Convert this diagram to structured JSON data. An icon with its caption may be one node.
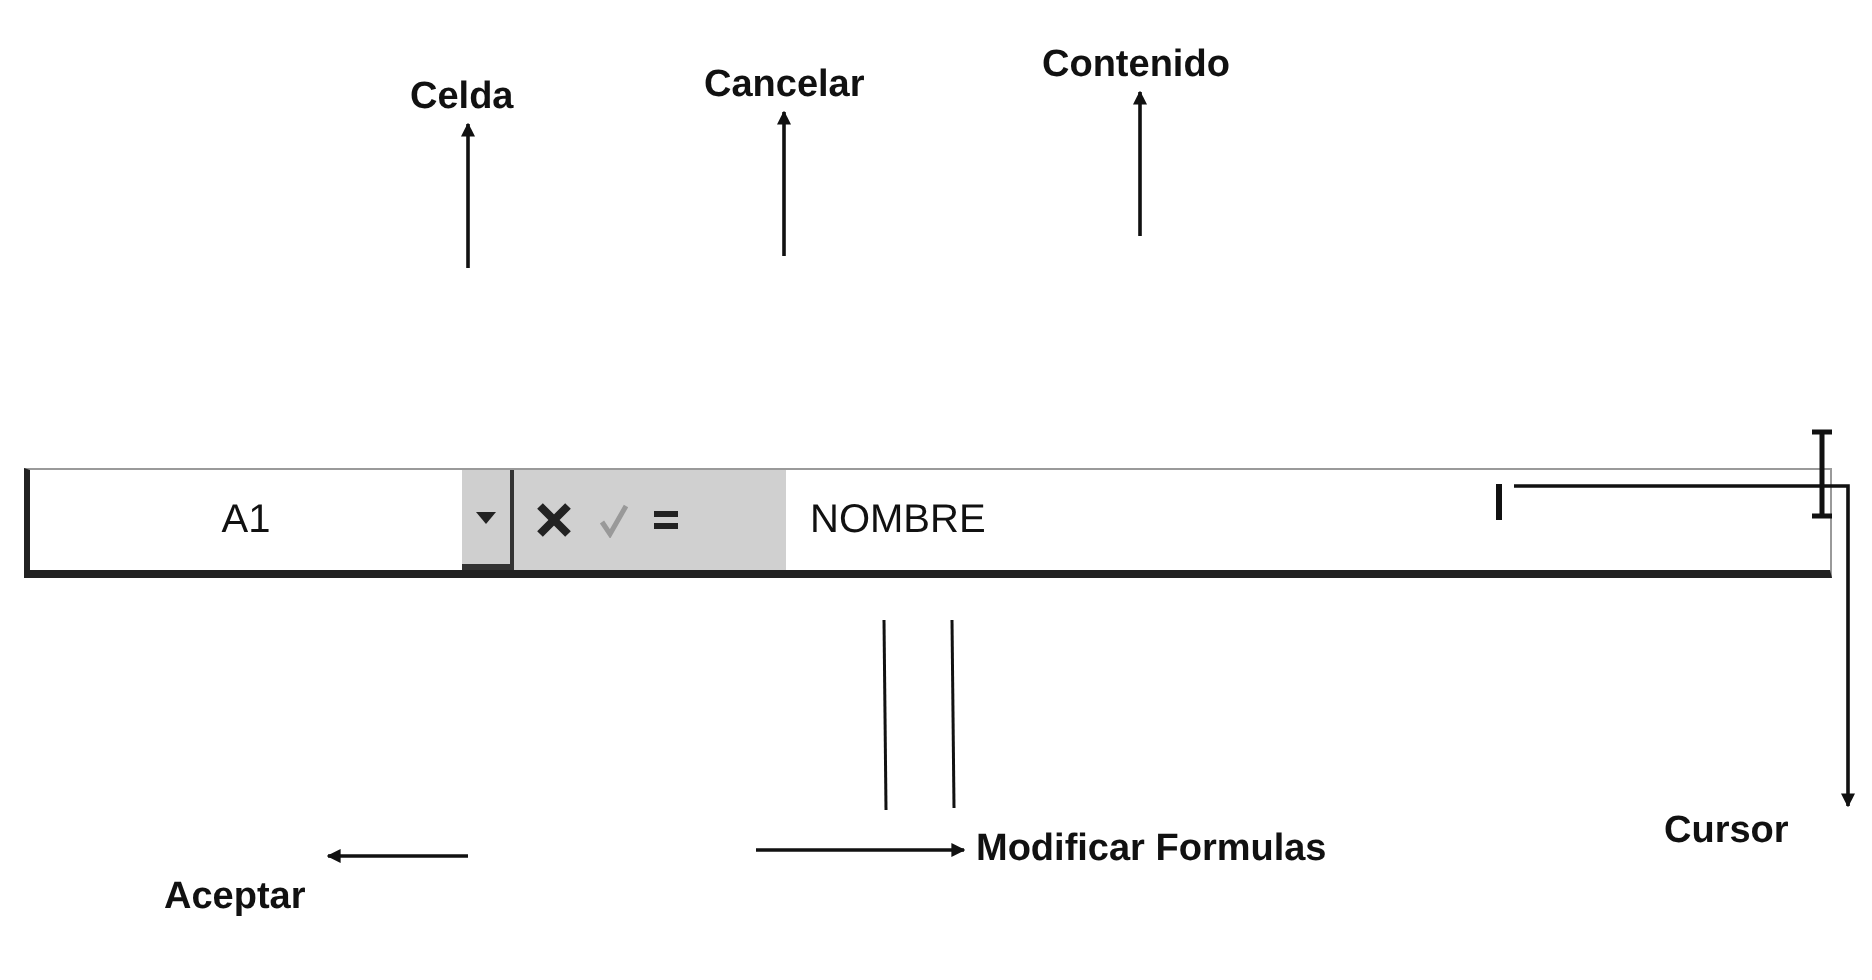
{
  "diagram": {
    "nodes": [
      {
        "text": [
          "Celda"
        ]
      },
      {
        "text": [
          "Cancelar"
        ]
      },
      {
        "text": [
          "Contenido"
        ]
      },
      {
        "text": [
          "A1"
        ]
      },
      {
        "text": [
          "NOMBRE"
        ]
      },
      {
        "text": [],
        "shape": "bar",
        "in": 4
      },
      {
        "text": [
          "Aceptar"
        ]
      },
      {
        "text": [
          "Modificar Formulas"
        ]
      },
      {
        "text": [
          "Cursor"
        ]
      }
    ],
    "edges": [
      {
        "from": null,
        "to": 0,
        "arrow": "to"
      },
      {
        "from": null,
        "to": 1,
        "arrow": "to"
      },
      {
        "from": null,
        "to": 2,
        "arrow": "to"
      },
      {
        "from": null,
        "to": 6,
        "arrow": "to"
      },
      {
        "from": null,
        "to": 7,
        "arrow": "to"
      },
      {
        "from": 5,
        "to": 8,
        "arrow": "to"
      }
    ]
  }
}
